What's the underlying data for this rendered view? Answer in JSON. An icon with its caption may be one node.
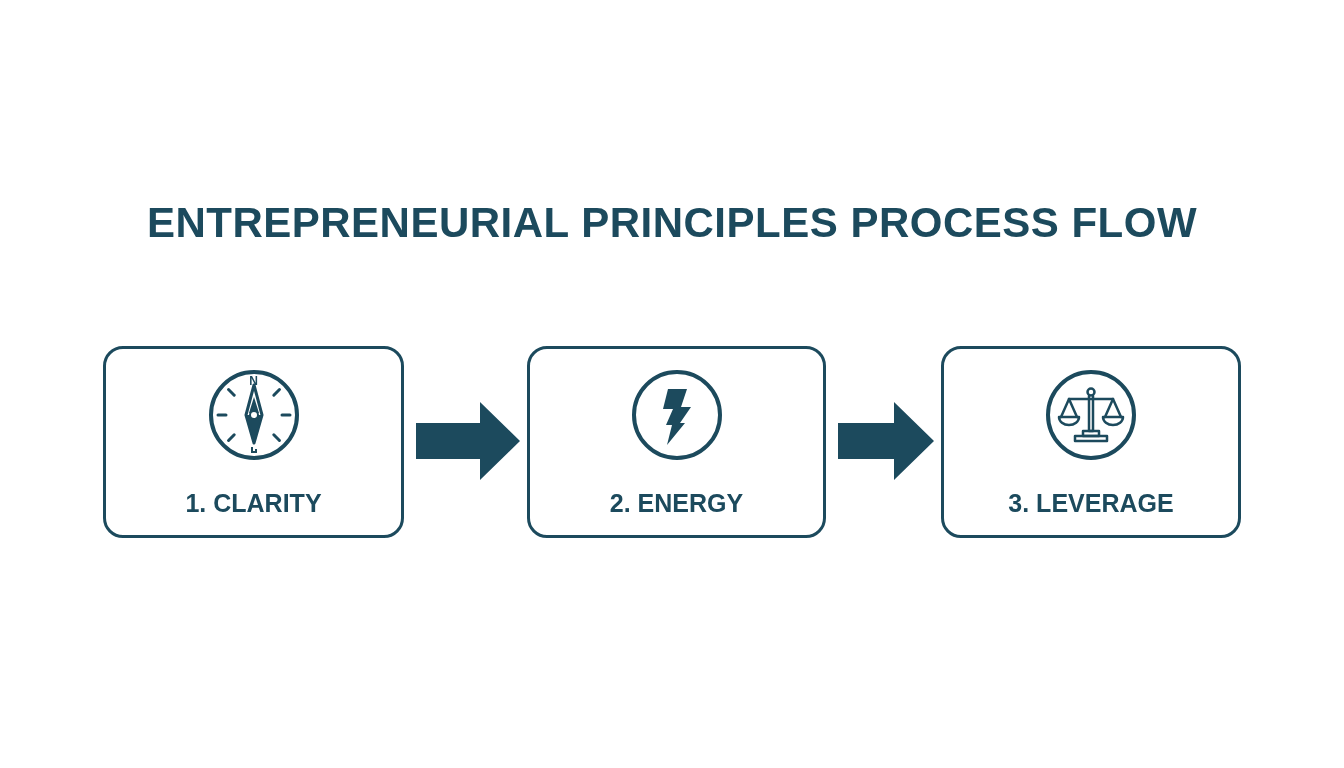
{
  "diagram": {
    "title": "ENTREPRENEURIAL PRINCIPLES PROCESS FLOW",
    "nodes": [
      {
        "text": [
          "1. CLARITY"
        ]
      },
      {
        "text": [
          "2. ENERGY"
        ]
      },
      {
        "text": [
          "3. LEVERAGE"
        ]
      }
    ],
    "edges": [
      {
        "from": 0,
        "to": 1,
        "arrow": "to"
      },
      {
        "from": 1,
        "to": 2,
        "arrow": "to"
      }
    ],
    "labels": [
      "N"
    ]
  }
}
